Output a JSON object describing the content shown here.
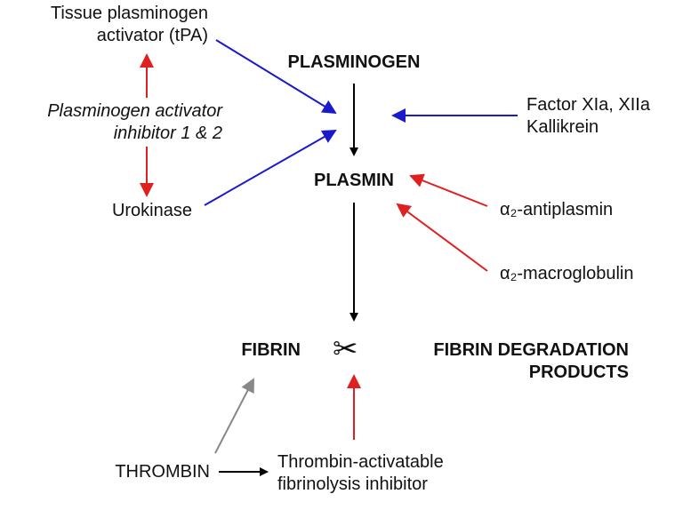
{
  "nodes": {
    "tpa": "Tissue plasminogen\nactivator (tPA)",
    "pai": "Plasminogen activator\ninhibitor 1 & 2",
    "urokinase": "Urokinase",
    "plasminogen": "PLASMINOGEN",
    "plasmin": "PLASMIN",
    "factor": "Factor XIa, XIIa\nKallikrein",
    "antiplasmin": "α₂-antiplasmin",
    "macroglobulin": "α₂-macroglobulin",
    "fibrin": "FIBRIN",
    "fdp": "FIBRIN DEGRADATION\nPRODUCTS",
    "thrombin": "THROMBIN",
    "tafi": "Thrombin-activatable\nfibrinolysis inhibitor"
  },
  "icons": {
    "cleavage": "scissors-icon"
  },
  "colors": {
    "activation": "#1a1acc",
    "inhibition": "#e02020",
    "conversion": "#000000",
    "thrombin_link": "#888888"
  }
}
